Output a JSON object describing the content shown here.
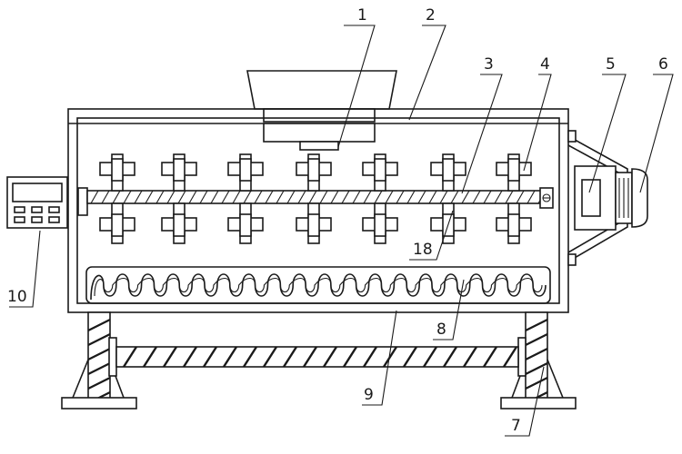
{
  "labels": {
    "l1": "1",
    "l2": "2",
    "l3": "3",
    "l4": "4",
    "l5": "5",
    "l6": "6",
    "l7": "7",
    "l8": "8",
    "l9": "9",
    "l10": "10",
    "l18": "18"
  }
}
